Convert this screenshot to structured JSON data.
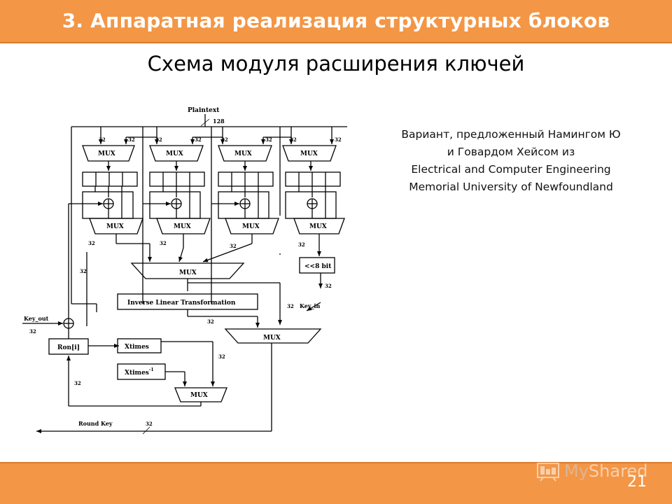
{
  "header": {
    "title": "3. Аппаратная реализация структурных блоков"
  },
  "slide": {
    "subtitle": "Схема модуля расширения ключей",
    "description": [
      "Вариант, предложенный Намингом Ю",
      "и Говардом Хейсом из",
      "Electrical and Computer Engineering",
      "Memorial University of Newfoundland"
    ],
    "page_number": "21"
  },
  "diagram": {
    "plaintext_label": "Plaintext",
    "width_128": "128",
    "width_32": "32",
    "mux_label": "MUX",
    "shift_label": "<<8 bit",
    "ilt_label": "Inverse Linear Transformation",
    "key_out_label": "Key_out",
    "key_in_label": "Key_in",
    "ron_label": "Ron[i]",
    "xtimes_label": "Xtimes",
    "xtimes_inv_label": "Xtimes",
    "xtimes_inv_exp": "-1",
    "round_key_label": "Round Key"
  },
  "watermark": {
    "my": "My",
    "shared": "Shared"
  },
  "colors": {
    "accent": "#f39646",
    "accent_border": "#d97a2c"
  }
}
